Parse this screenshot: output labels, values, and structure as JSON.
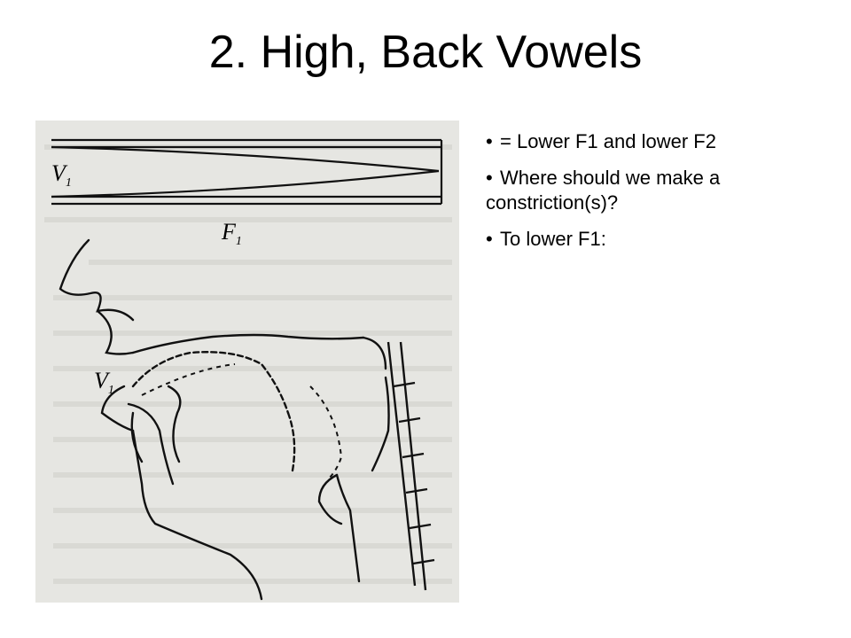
{
  "slide": {
    "title": "2. High, Back Vowels"
  },
  "figure": {
    "label_v1_top": "V",
    "label_v1_top_sub": "1",
    "label_f1": "F",
    "label_f1_sub": "1",
    "label_v1_mouth": "V",
    "label_v1_mouth_sub": "1"
  },
  "bullets": [
    {
      "bullet": "•",
      "text": "= Lower F1 and lower F2"
    },
    {
      "bullet": "•",
      "text": "Where should we make a constriction(s)?"
    },
    {
      "bullet": "•",
      "text": "To lower F1:"
    }
  ]
}
